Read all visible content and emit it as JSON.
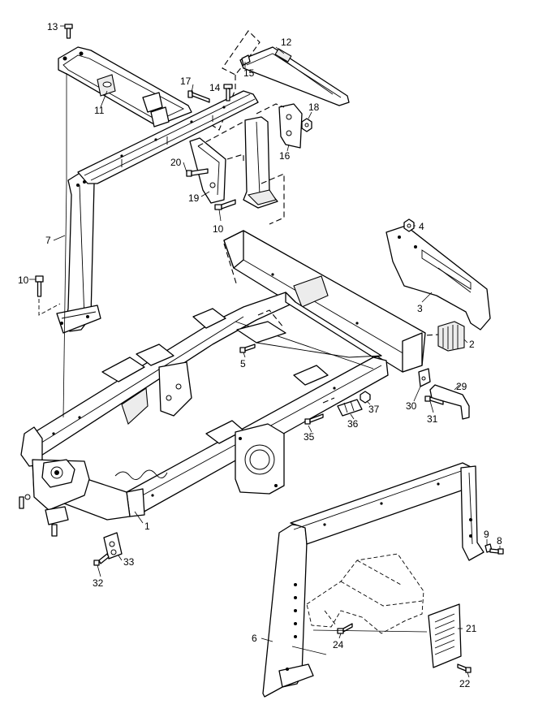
{
  "callouts": {
    "c1": "1",
    "c2": "2",
    "c3": "3",
    "c4": "4",
    "c5": "5",
    "c6": "6",
    "c7": "7",
    "c8": "8",
    "c9": "9",
    "c10a": "10",
    "c10b": "10",
    "c11": "11",
    "c12": "12",
    "c13": "13",
    "c14": "14",
    "c15": "15",
    "c16": "16",
    "c17": "17",
    "c18": "18",
    "c19": "19",
    "c20": "20",
    "c21": "21",
    "c22": "22",
    "c24": "24",
    "c29": "29",
    "c30": "30",
    "c31": "31",
    "c32": "32",
    "c33": "33",
    "c35": "35",
    "c36": "36",
    "c37": "37"
  }
}
